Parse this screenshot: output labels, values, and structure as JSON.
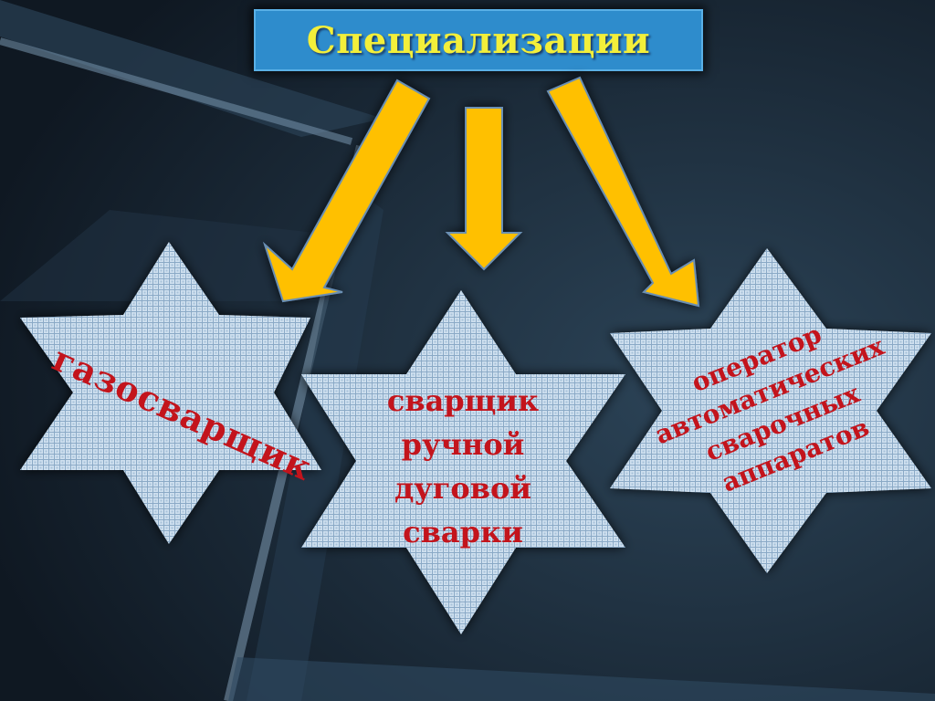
{
  "title": "Специализации",
  "stars": [
    {
      "label_lines": [
        "газосварщик"
      ]
    },
    {
      "label_lines": [
        "сварщик",
        "ручной",
        "дуговой",
        "сварки"
      ]
    },
    {
      "label_lines": [
        "оператор",
        "автоматических",
        "сварочных",
        "аппаратов"
      ]
    }
  ],
  "colors": {
    "title_bg": "#2e8ccc",
    "title_text": "#f3ef3a",
    "arrow_fill": "#ffc000",
    "arrow_stroke": "#6b8fb3",
    "star_fill": "#a9c6e0",
    "label_text": "#c3141c"
  }
}
